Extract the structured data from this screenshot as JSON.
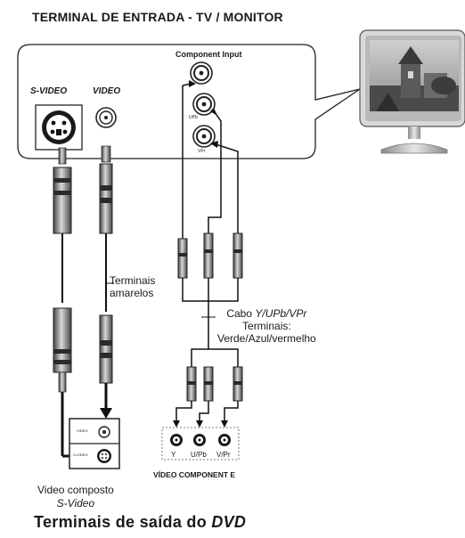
{
  "header": {
    "title": "TERMINAL DE ENTRADA - TV / MONITOR"
  },
  "tv_panel": {
    "svideo_label": "S-VIDEO",
    "video_label": "VIDEO",
    "component_label": "Component Input",
    "upb_label": "UPb",
    "vpr_label": "VPr"
  },
  "cables": {
    "yellow_terminals_line1": "Terminais",
    "yellow_terminals_line2": "amarelos",
    "cabo_prefix": "Cabo ",
    "cabo_name": "Y/UPb/VPr",
    "cabo_line2": "Terminais:",
    "cabo_line3": "Verde/Azul/vermelho"
  },
  "dvd_panel": {
    "video_jack_label": "VIDEO",
    "svideo_jack_label": "S-VIDEO",
    "y_label": "Y",
    "upb_label": "U/Pb",
    "vpr_label": "V/Pr",
    "component_caption": "VÍDEO COMPONENT E",
    "composite_line1": "Video composto",
    "composite_line2": "S-Video",
    "footer_prefix": "Terminais de saída do ",
    "footer_dvd": "DVD"
  },
  "monitor": {
    "icon": "tv-monitor-icon"
  }
}
